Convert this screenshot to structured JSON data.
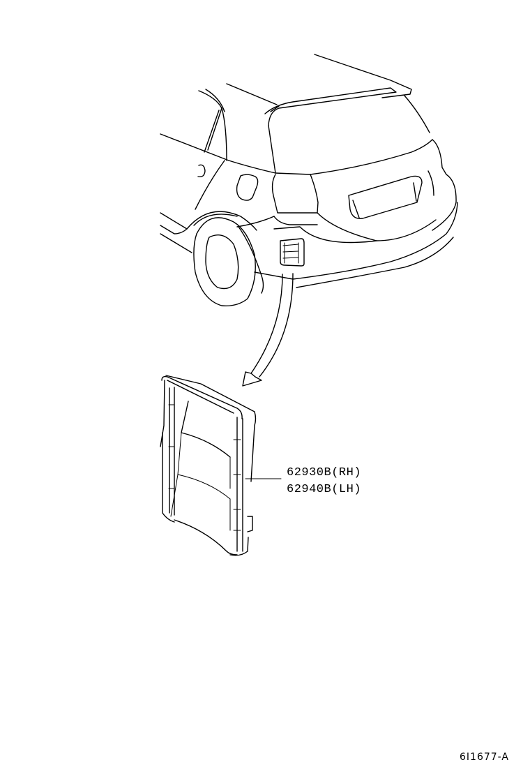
{
  "diagram": {
    "type": "parts-illustration",
    "subject": "rear quarter vent / air outlet duct",
    "colors": {
      "line": "#000000",
      "background": "#ffffff"
    },
    "callouts": [
      {
        "part_number": "62930B(RH)"
      },
      {
        "part_number": "62940B(LH)"
      }
    ],
    "figure_code": "6I1677-A"
  }
}
